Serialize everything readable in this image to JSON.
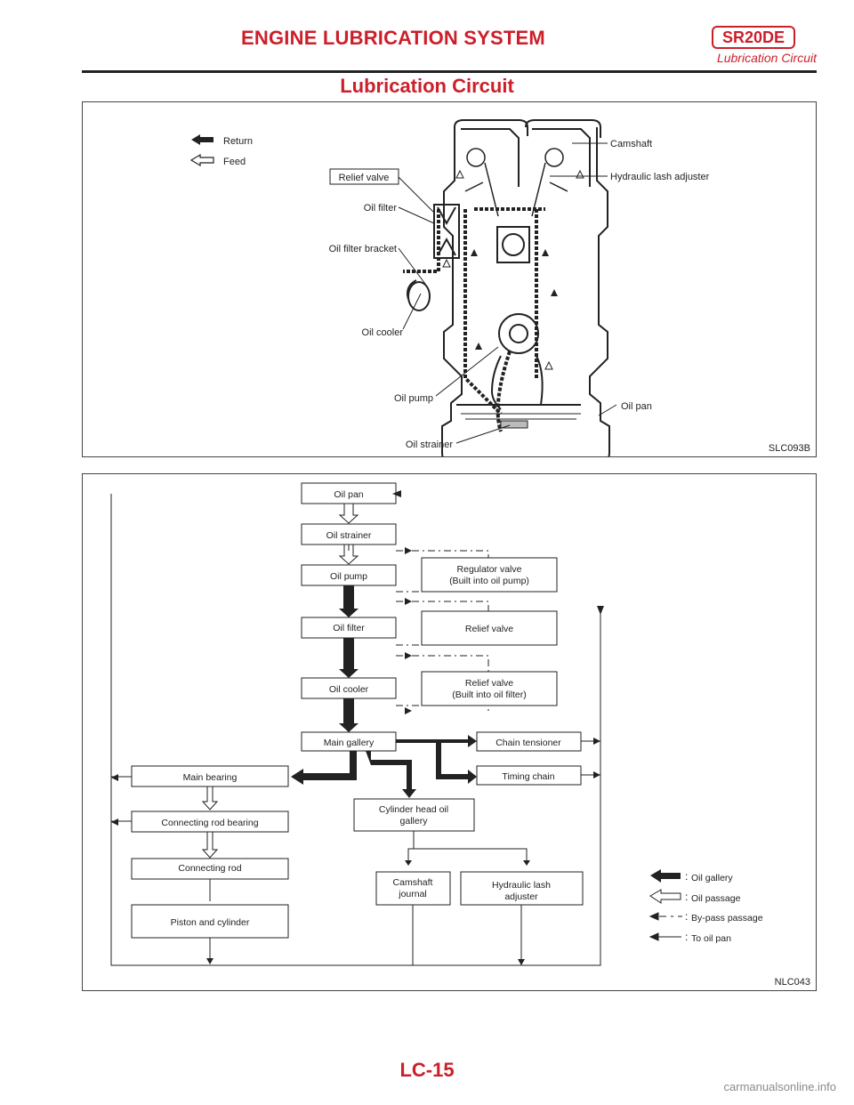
{
  "header": {
    "section_title": "ENGINE LUBRICATION SYSTEM",
    "model_badge": "SR20DE",
    "subtitle": "Lubrication Circuit"
  },
  "page_title": "Lubrication Circuit",
  "figure1": {
    "legend": {
      "return": "Return",
      "feed": "Feed"
    },
    "labels": {
      "relief_valve": "Relief valve",
      "oil_filter": "Oil filter",
      "oil_filter_bracket": "Oil filter bracket",
      "oil_cooler": "Oil cooler",
      "oil_pump": "Oil pump",
      "oil_strainer": "Oil strainer",
      "camshaft": "Camshaft",
      "hydraulic_lash_adjuster": "Hydraulic lash adjuster",
      "oil_pan": "Oil pan"
    },
    "code": "SLC093B"
  },
  "figure2": {
    "boxes": {
      "oil_pan": "Oil pan",
      "oil_strainer": "Oil strainer",
      "oil_pump": "Oil pump",
      "regulator_valve_1": "Regulator valve",
      "regulator_valve_2": "(Built into oil pump)",
      "oil_filter": "Oil filter",
      "relief_valve": "Relief valve",
      "oil_cooler": "Oil cooler",
      "relief_valve2_1": "Relief valve",
      "relief_valve2_2": "(Built into oil filter)",
      "main_gallery": "Main gallery",
      "chain_tensioner": "Chain tensioner",
      "main_bearing": "Main bearing",
      "timing_chain": "Timing chain",
      "connecting_rod_bearing": "Connecting rod bearing",
      "cyl_head_1": "Cylinder head oil",
      "cyl_head_2": "gallery",
      "connecting_rod": "Connecting rod",
      "camshaft_1": "Camshaft",
      "camshaft_2": "journal",
      "lash_1": "Hydraulic lash",
      "lash_2": "adjuster",
      "piston_cylinder": "Piston and cylinder"
    },
    "legend": {
      "oil_gallery": "Oil gallery",
      "oil_passage": "Oil passage",
      "bypass_passage": "By-pass passage",
      "to_oil_pan": "To oil pan"
    },
    "code": "NLC043"
  },
  "page_number": "LC-15",
  "watermark": "carmanualsonline.info"
}
